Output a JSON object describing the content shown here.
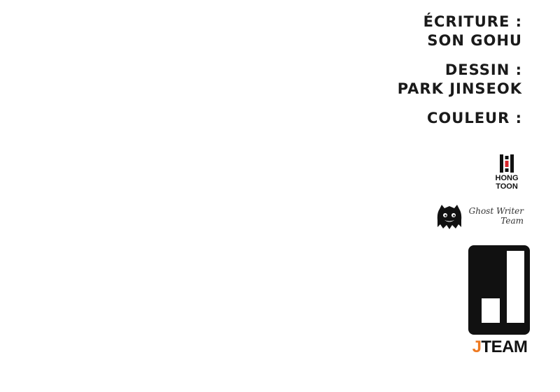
{
  "credits": {
    "writing_label": "ÉCRITURE :",
    "writing_value": "SON GOHU",
    "drawing_label": "DESSIN :",
    "drawing_value": "PARK JINSEOK",
    "color_label": "COULEUR :"
  },
  "logos": {
    "hongtoon": {
      "icon": "hongtoon-logo-icon",
      "line1": "HONG",
      "line2": "TOON"
    },
    "ghost_writer": {
      "icon": "ghost-mascot-icon",
      "line1": "Ghost Writer",
      "line2": "Team"
    },
    "jteam": {
      "icon": "j-letter-logo-icon",
      "prefix": "J",
      "suffix": "TEAM",
      "accent_color": "#ee7a22"
    }
  }
}
